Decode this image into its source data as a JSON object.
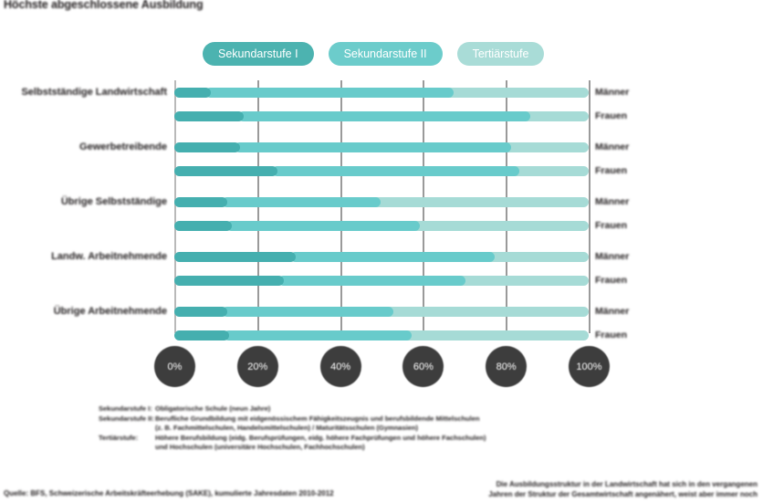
{
  "title": "Höchste abgeschlossene Ausbildung",
  "legend": {
    "position": "top",
    "items": [
      {
        "label": "Sekundarstufe I",
        "color": "#45afaf"
      },
      {
        "label": "Sekundarstufe II",
        "color": "#68cbcb"
      },
      {
        "label": "Tertiärstufe",
        "color": "#a6dbd6"
      }
    ]
  },
  "axis": {
    "ticks": [
      "0%",
      "20%",
      "40%",
      "60%",
      "80%",
      "100%"
    ],
    "tick_values": [
      0,
      20,
      40,
      60,
      80,
      100
    ],
    "tick_bg": "#3d3d3d",
    "tick_fg": "#ffffff"
  },
  "series_labels": {
    "male": "Männer",
    "female": "Frauen"
  },
  "notes": [
    {
      "key": "Sekundarstufe I:",
      "line1": "Obligatorische Schule (neun Jahre)",
      "line2": ""
    },
    {
      "key": "Sekundarstufe II:",
      "line1": "Berufliche Grundbildung mit eidgenössischem Fähigkeitszeugnis und berufsbildende Mittelschulen",
      "line2": "(z. B. Fachmittelschulen, Handelsmittelschulen) / Maturitätsschulen (Gymnasien)"
    },
    {
      "key": "Tertiärstufe:",
      "line1": "Höhere Berufsbildung (eidg. Berufsprüfungen, eidg. höhere Fachprüfungen und höhere Fachschulen)",
      "line2": "und Hochschulen (universitäre Hochschulen, Fachhochschulen)"
    }
  ],
  "source": "Quelle: BFS, Schweizerische Arbeitskräfteerhebung (SAKE), kumulierte Jahresdaten 2010-2012",
  "callout": {
    "line1": "Die Ausbildungsstruktur in der Landwirtschaft hat sich in den vergangenen",
    "line2": "Jahren der Struktur der Gesamtwirtschaft angenähert, weist aber immer noch"
  },
  "chart_data": {
    "type": "bar",
    "orientation": "horizontal",
    "stacked": true,
    "normalized": true,
    "title": "Höchste abgeschlossene Ausbildung",
    "xlabel": "",
    "ylabel": "",
    "xlim": [
      0,
      100
    ],
    "grid": true,
    "legend_position": "top",
    "categories": [
      "Selbstständige Landwirtschaft",
      "Gewerbetreibende",
      "Übrige Selbstständige",
      "Landw. Arbeitnehmende",
      "Übrige Arbeitnehmende"
    ],
    "subgroups": [
      "Männer",
      "Frauen"
    ],
    "series": [
      {
        "name": "Sekundarstufe I",
        "color": "#45afaf"
      },
      {
        "name": "Sekundarstufe II",
        "color": "#68cbcb"
      },
      {
        "name": "Tertiärstufe",
        "color": "#a6dbd6"
      }
    ],
    "rows": [
      {
        "category": "Selbstständige Landwirtschaft",
        "group": "Männer",
        "values": [
          7.5,
          58.5,
          34.0
        ]
      },
      {
        "category": "Selbstständige Landwirtschaft",
        "group": "Frauen",
        "values": [
          15.5,
          69.0,
          15.5
        ]
      },
      {
        "category": "Gewerbetreibende",
        "group": "Männer",
        "values": [
          14.5,
          65.5,
          20.0
        ]
      },
      {
        "category": "Gewerbetreibende",
        "group": "Frauen",
        "values": [
          23.5,
          58.5,
          18.0
        ]
      },
      {
        "category": "Übrige Selbstständige",
        "group": "Männer",
        "values": [
          11.5,
          37.0,
          51.5
        ]
      },
      {
        "category": "Übrige Selbstständige",
        "group": "Frauen",
        "values": [
          12.5,
          45.5,
          42.0
        ]
      },
      {
        "category": "Landw. Arbeitnehmende",
        "group": "Männer",
        "values": [
          28.0,
          48.0,
          24.0
        ]
      },
      {
        "category": "Landw. Arbeitnehmende",
        "group": "Frauen",
        "values": [
          25.0,
          44.0,
          31.0
        ]
      },
      {
        "category": "Übrige Arbeitnehmende",
        "group": "Männer",
        "values": [
          11.5,
          40.0,
          48.5
        ]
      },
      {
        "category": "Übrige Arbeitnehmende",
        "group": "Frauen",
        "values": [
          12.0,
          44.0,
          44.0
        ]
      }
    ]
  }
}
